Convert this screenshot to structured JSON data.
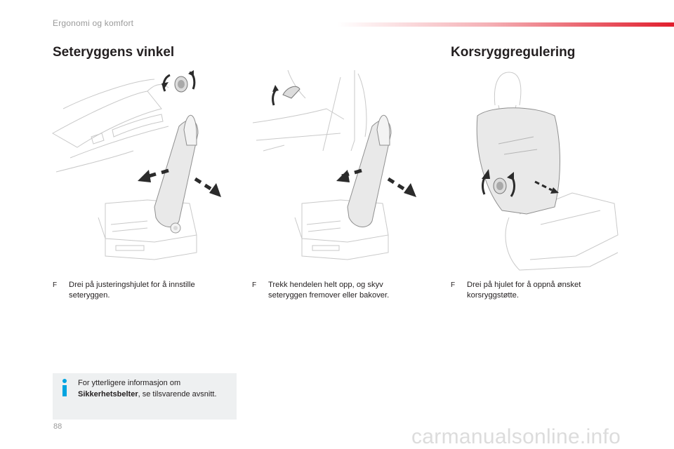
{
  "header": {
    "chapter": "Ergonomi og komfort"
  },
  "sections": {
    "backrest": {
      "title": "Seteryggens vinkel"
    },
    "lumbar": {
      "title": "Korsryggregulering"
    }
  },
  "instructions": [
    {
      "bullet": "F",
      "text": "Drei på justeringshjulet for å innstille seteryggen."
    },
    {
      "bullet": "F",
      "text": "Trekk hendelen helt opp, og skyv seteryggen fremover eller bakover."
    },
    {
      "bullet": "F",
      "text": "Drei på hjulet for å oppnå ønsket korsryggstøtte."
    }
  ],
  "info": {
    "text_before": "For ytterligere informasjon om",
    "bold": "Sikkerhetsbelter",
    "text_after": ", se tilsvarende avsnitt."
  },
  "footer": {
    "page_number": "88",
    "watermark": "carmanualsonline.info"
  },
  "colors": {
    "accent_red": "#e11e2d",
    "info_blue": "#00a4e0",
    "info_bg": "#eef0f1",
    "text": "#231f20",
    "muted": "#9a9a9a"
  }
}
